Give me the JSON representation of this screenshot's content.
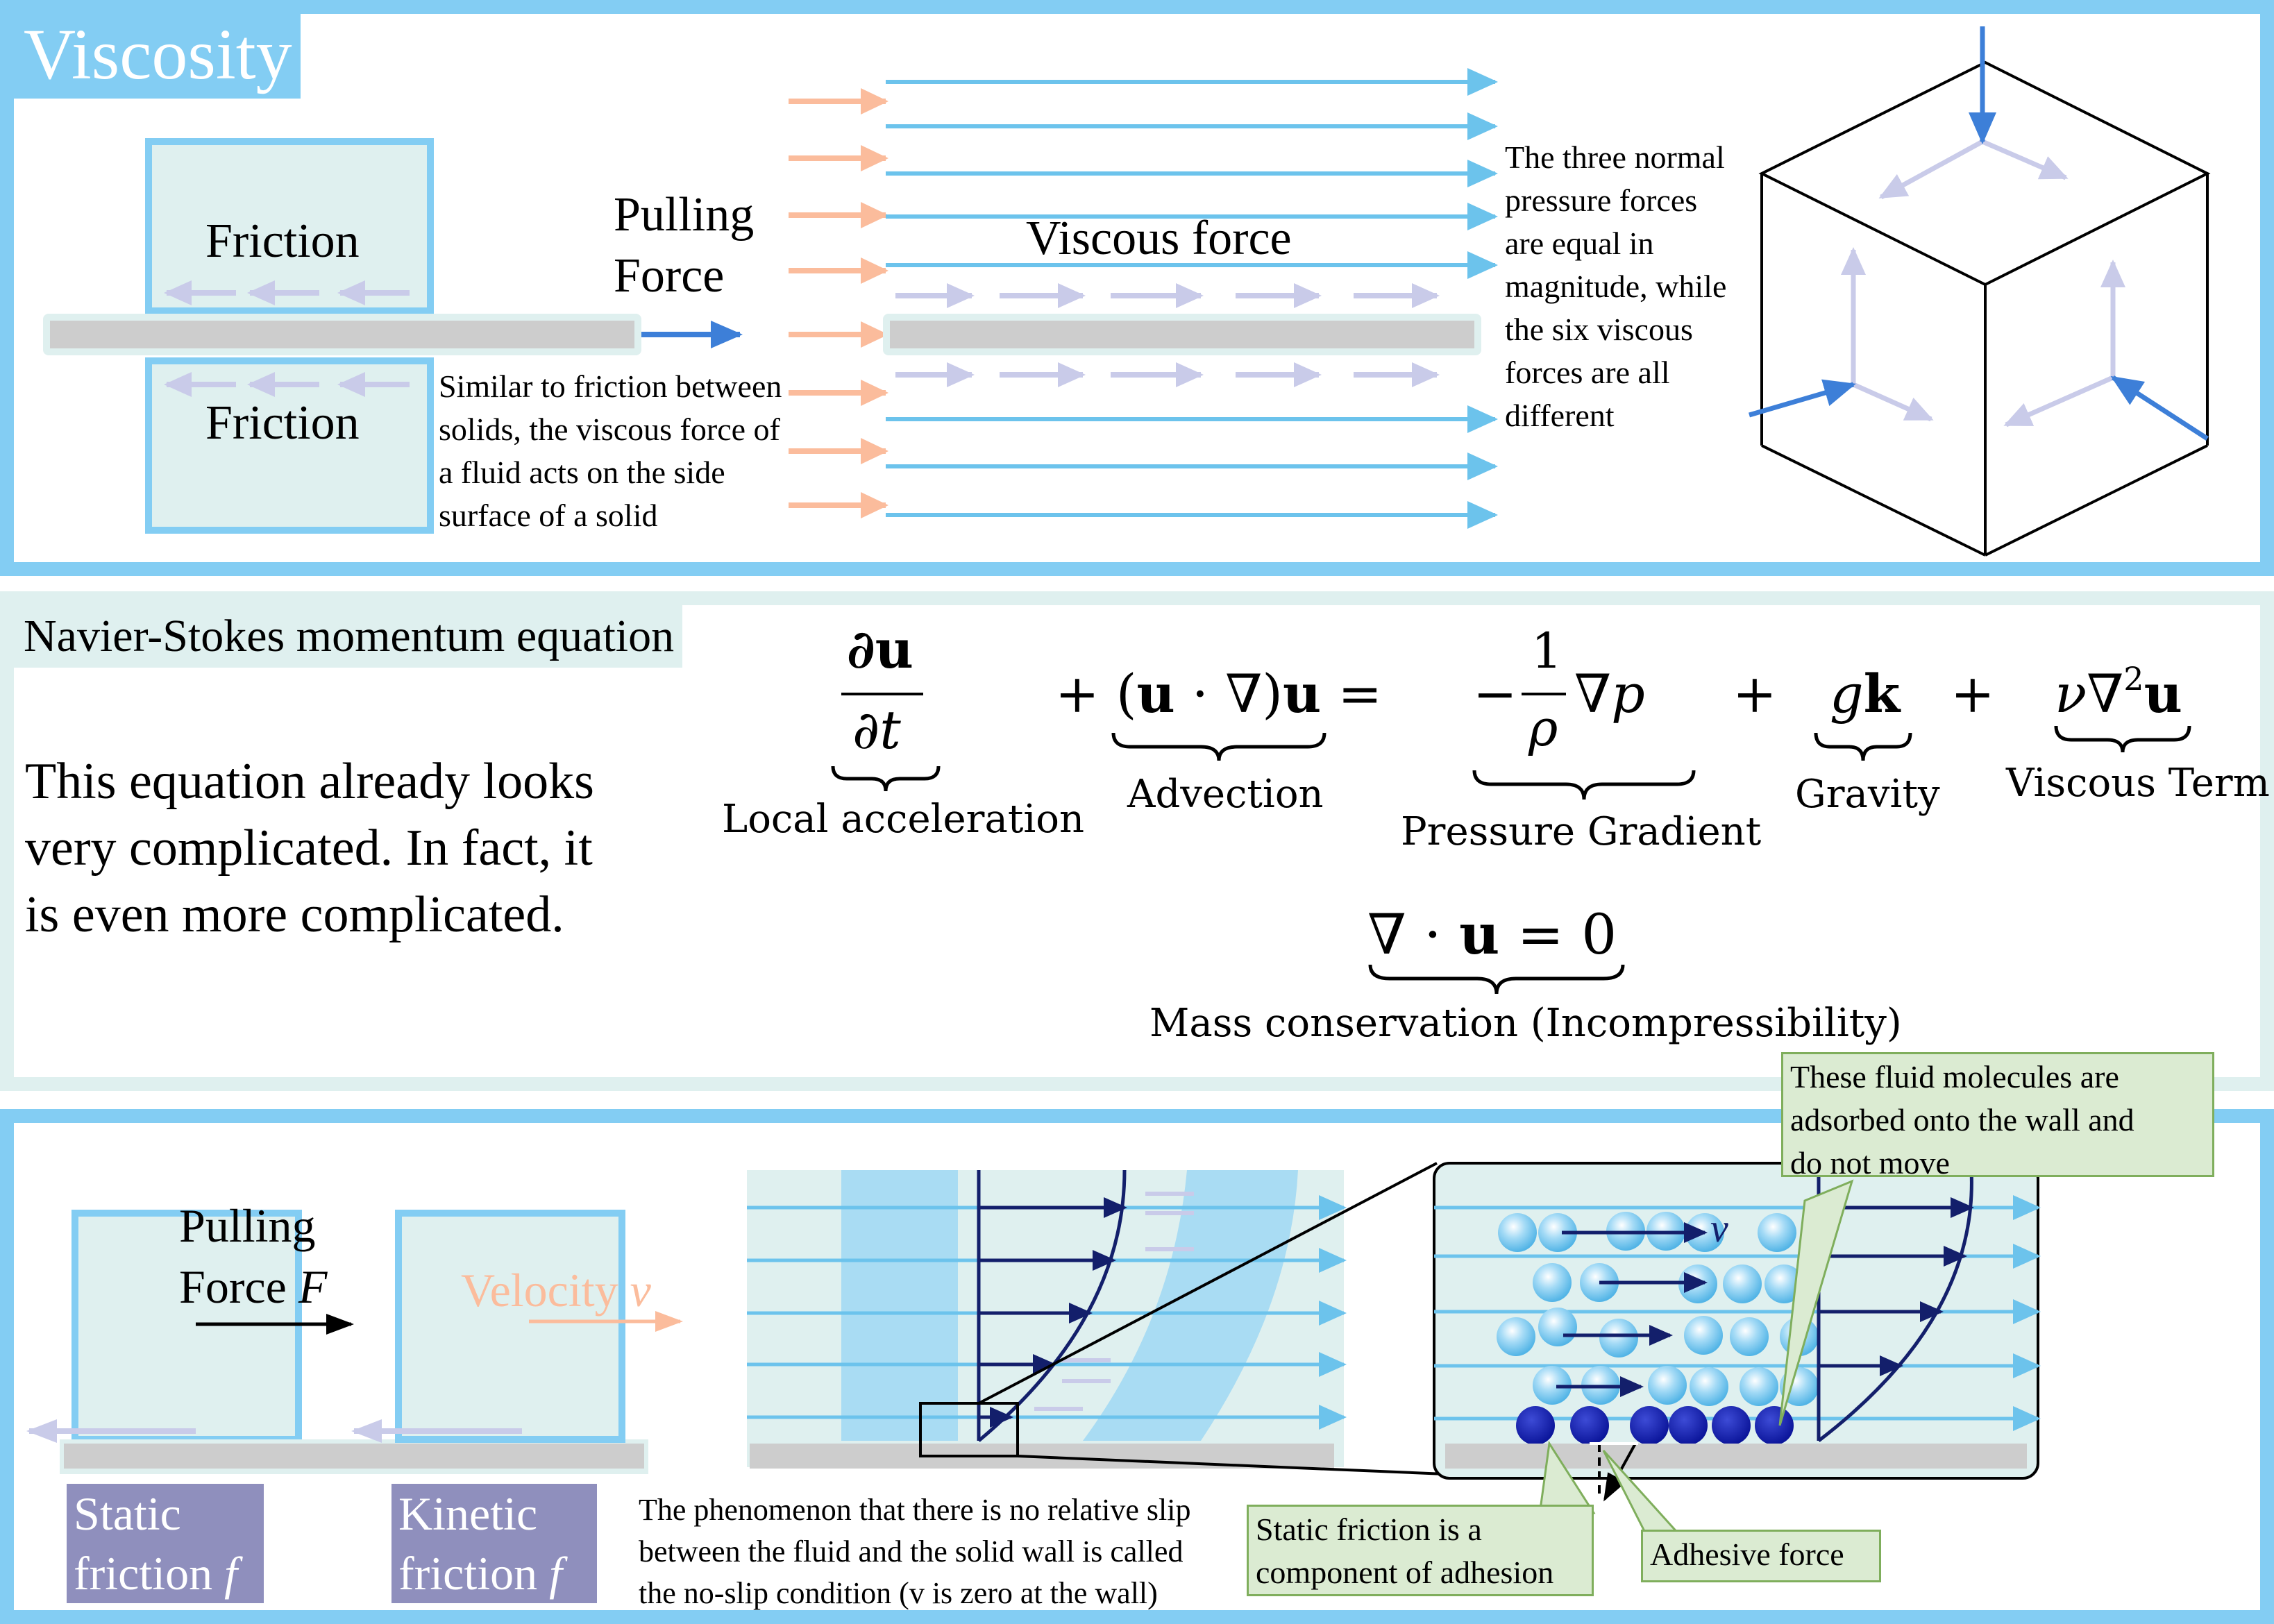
{
  "panel1": {
    "title": "Viscosity",
    "friction_top": "Friction",
    "friction_bottom": "Friction",
    "pulling_force": [
      "Pulling",
      "Force"
    ],
    "viscous_force": "Viscous force",
    "solid_note": [
      "Similar to friction between",
      "solids, the viscous force of",
      "a fluid acts on the side",
      "surface of a solid"
    ],
    "pressure_note": [
      "The three normal",
      "pressure forces",
      "are equal in",
      "magnitude, while",
      "the six viscous",
      "forces are all",
      "different"
    ]
  },
  "panel2": {
    "title": "Navier-Stokes momentum equation",
    "remark": [
      "This equation already looks",
      "very complicated. In fact, it",
      "is even more complicated."
    ],
    "terms": {
      "local_acceleration": "Local acceleration",
      "advection": "Advection",
      "pressure_gradient": "Pressure Gradient",
      "gravity": "Gravity",
      "viscous_term": "Viscous Term",
      "mass_conservation": "Mass conservation (Incompressibility)"
    }
  },
  "panel3": {
    "pulling_force": [
      "Pulling",
      "Force"
    ],
    "force_symbol": "F",
    "velocity_label": "Velocity",
    "velocity_symbol": "v",
    "static_friction": [
      "Static",
      "friction"
    ],
    "kinetic_friction": [
      "Kinetic",
      "friction"
    ],
    "friction_symbol": "f",
    "no_slip_note": [
      "The phenomenon that there is no relative slip",
      "between the fluid and the solid wall is called",
      "the no-slip condition (v is zero at the wall)"
    ],
    "adsorbed_note": [
      "These fluid molecules are",
      "adsorbed onto the wall and",
      "do not move"
    ],
    "static_adhesion_note": [
      "Static friction is a",
      "component of adhesion"
    ],
    "adhesive_force": "Adhesive force",
    "molecule_velocity": "v"
  },
  "colors": {
    "panel_blue": "#83cdf3",
    "panel_teal": "#dff0ef",
    "flow_arrow": "#6cc3ec",
    "pull_arrow": "#3d7fd8",
    "orange_arrow": "#fbbc9c",
    "lavender": "#c9cbe9",
    "wall_gray": "#cdcdcd",
    "navy": "#131f6b",
    "callout_fill": "#dbebd2"
  }
}
